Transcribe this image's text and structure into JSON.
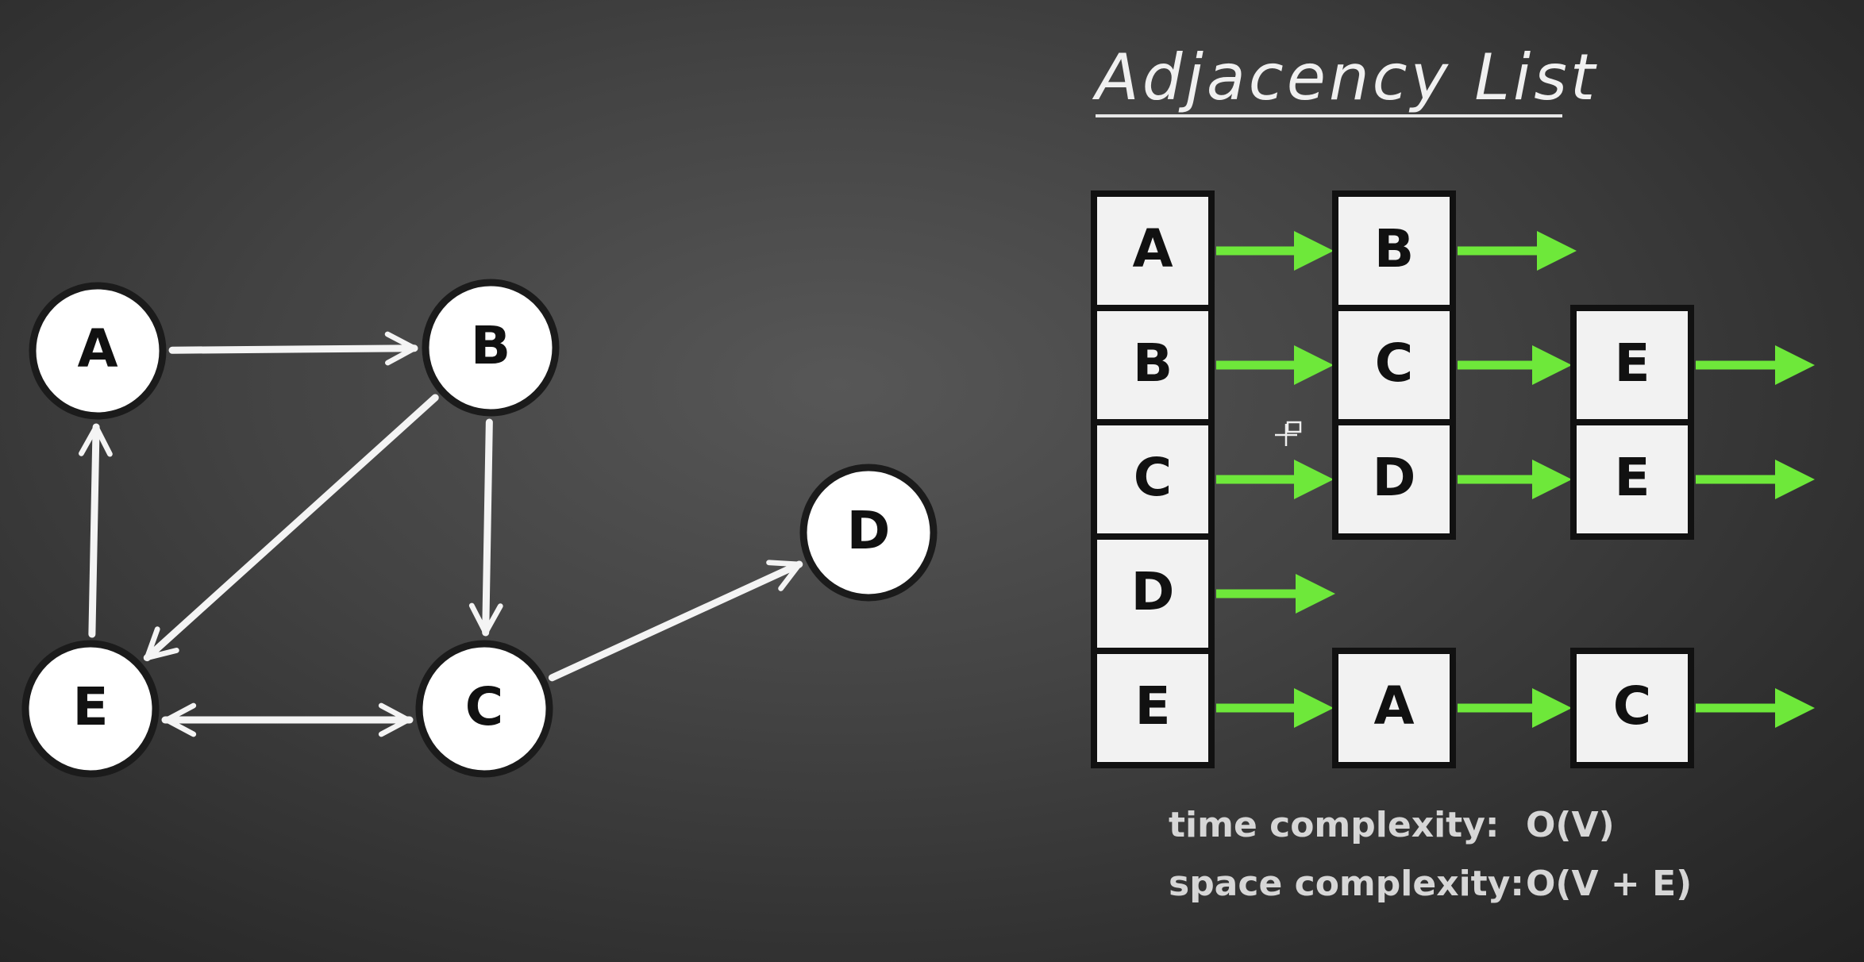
{
  "title": "Adjacency List",
  "graph": {
    "nodes": [
      {
        "id": "A",
        "label": "A"
      },
      {
        "id": "B",
        "label": "B"
      },
      {
        "id": "C",
        "label": "C"
      },
      {
        "id": "D",
        "label": "D"
      },
      {
        "id": "E",
        "label": "E"
      }
    ],
    "edges": [
      {
        "from": "A",
        "to": "B"
      },
      {
        "from": "B",
        "to": "C"
      },
      {
        "from": "B",
        "to": "E"
      },
      {
        "from": "C",
        "to": "D"
      },
      {
        "from": "C",
        "to": "E"
      },
      {
        "from": "E",
        "to": "A"
      },
      {
        "from": "E",
        "to": "C"
      }
    ]
  },
  "adjacency_list": {
    "rows": [
      {
        "vertex": "A",
        "neighbors": [
          "B"
        ]
      },
      {
        "vertex": "B",
        "neighbors": [
          "C",
          "E"
        ]
      },
      {
        "vertex": "C",
        "neighbors": [
          "D",
          "E"
        ]
      },
      {
        "vertex": "D",
        "neighbors": []
      },
      {
        "vertex": "E",
        "neighbors": [
          "A",
          "C"
        ]
      }
    ]
  },
  "complexity": {
    "time_label": "time complexity:",
    "time_value": "O(V)",
    "space_label": "space complexity:",
    "space_value": "O(V + E)"
  },
  "colors": {
    "arrow_green": "#6ee83a",
    "edge_white": "#f4f4f4"
  },
  "icons": {
    "cursor": "move-cursor-icon"
  }
}
